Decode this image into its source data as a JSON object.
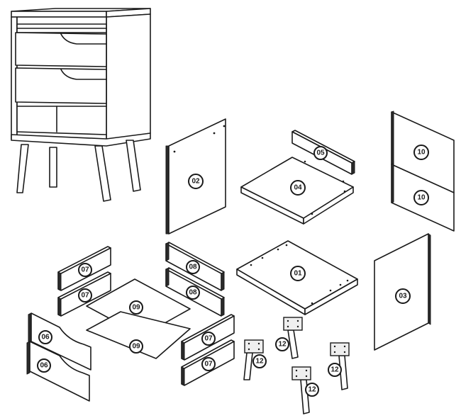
{
  "colors": {
    "line": "#1a1a1a",
    "edge": "#2b2b2b",
    "background": "#ffffff"
  },
  "labels": {
    "p01": "01",
    "p02": "02",
    "p03": "03",
    "p04": "04",
    "p05": "05",
    "p06a": "06",
    "p06b": "06",
    "p07a": "07",
    "p07b": "07",
    "p07c": "07",
    "p07d": "07",
    "p08a": "08",
    "p08b": "08",
    "p09a": "09",
    "p09b": "09",
    "p10a": "10",
    "p10b": "10",
    "p12a": "12",
    "p12b": "12",
    "p12c": "12",
    "p12d": "12"
  }
}
